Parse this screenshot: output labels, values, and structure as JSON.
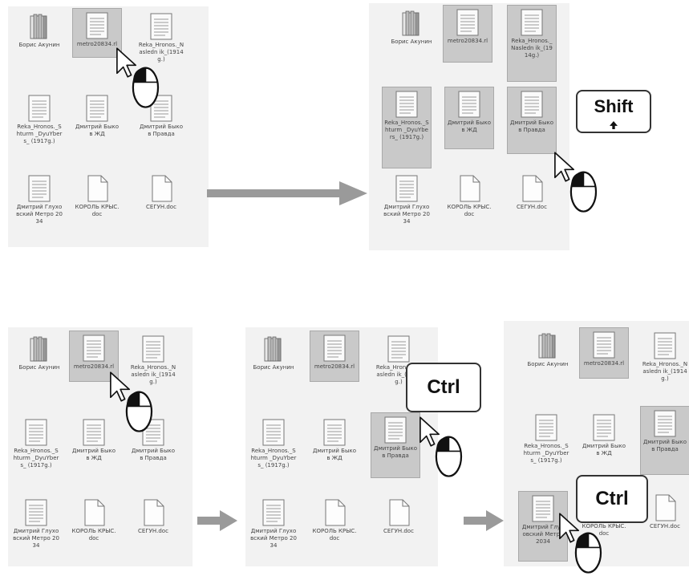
{
  "files": {
    "boris": "Борис Акунин",
    "metro": "metro20834.rl",
    "reka_nasled": "Reka_Hronos._Nasledn ik_(1914g.)",
    "reka_shturm": "Reka_Hronos._Shturm _DyuYbers_ (1917g.)",
    "bykov_zhd": "Дмитрий Быков ЖД",
    "bykov_pravda": "Дмитрий Быков Правда",
    "glukhovsky": "Дмитрий Глуховский Метро 2034",
    "korol": "КОРОЛЬ КРЫС.doc",
    "sergyn": "СЕГУН.doc"
  },
  "keys": {
    "shift": "Shift",
    "ctrl": "Ctrl"
  },
  "icons": {
    "folder": "folder-icon",
    "document": "document-icon",
    "cursor": "mouse-pointer-icon",
    "arrow": "right-arrow-icon",
    "shift_arrow": "up-arrow-icon"
  },
  "colors": {
    "panel_bg": "#f2f2f2",
    "selected_bg": "#c9c9c9",
    "arrow_gray": "#9a9a9a"
  }
}
